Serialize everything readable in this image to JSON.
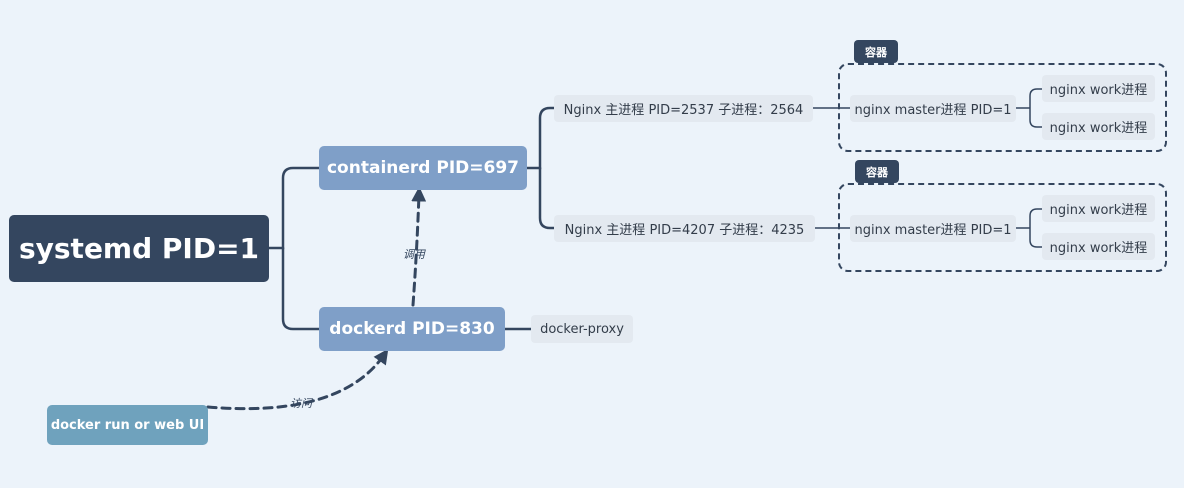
{
  "diagram": {
    "root": {
      "label": "systemd PID=1"
    },
    "containerd": {
      "label": "containerd PID=697"
    },
    "dockerd": {
      "label": "dockerd PID=830"
    },
    "docker_proxy": {
      "label": "docker-proxy"
    },
    "client": {
      "label": "docker run or web UI"
    },
    "edges": {
      "call_label": "调用",
      "access_label": "访问"
    },
    "nginx_processes": [
      {
        "label": "Nginx 主进程 PID=2537 子进程：2564",
        "boundary_label": "容器",
        "master": "nginx master进程 PID=1",
        "workers": [
          "nginx work进程",
          "nginx work进程"
        ]
      },
      {
        "label": "Nginx 主进程 PID=4207 子进程：4235",
        "boundary_label": "容器",
        "master": "nginx master进程 PID=1",
        "workers": [
          "nginx work进程",
          "nginx work进程"
        ]
      }
    ]
  },
  "colors": {
    "background": "#ecf3fa",
    "root": "#34465f",
    "main_topic": "#7f9fc8",
    "client": "#6fa2bd",
    "subtopic": "#e3e9f0",
    "line": "#34465f"
  }
}
